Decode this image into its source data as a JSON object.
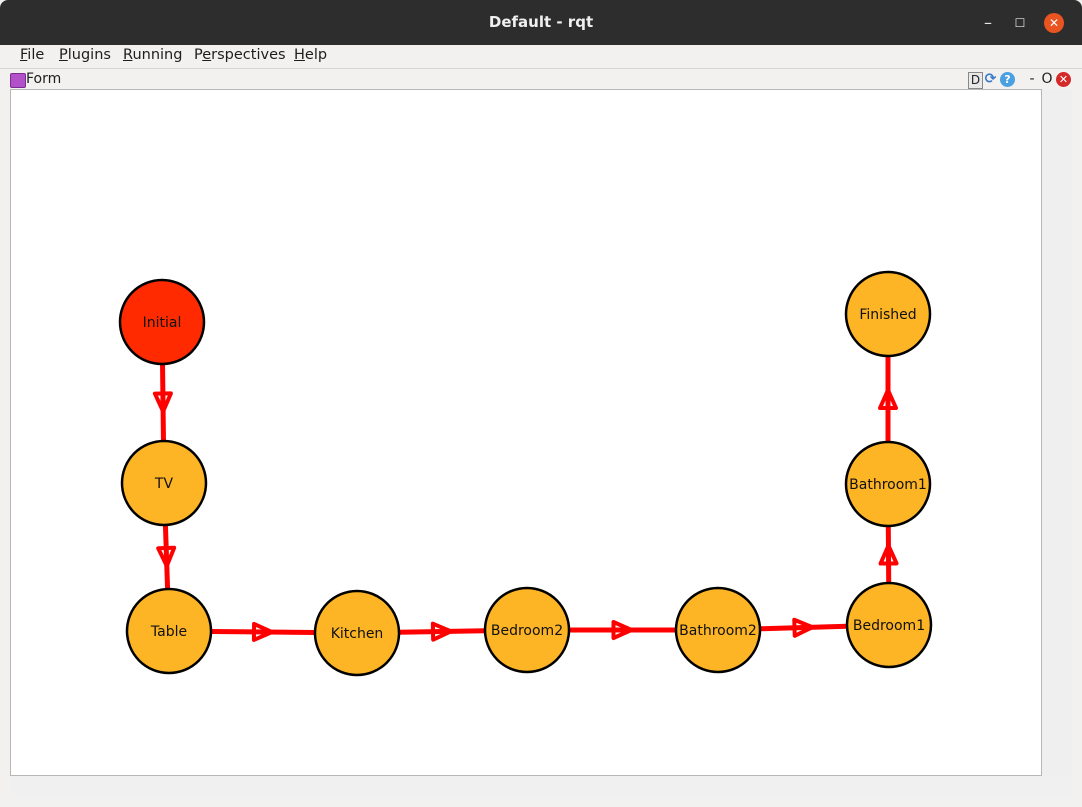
{
  "window": {
    "title": "Default - rqt"
  },
  "menu": {
    "items": [
      {
        "pre": "",
        "u": "F",
        "post": "ile"
      },
      {
        "pre": "",
        "u": "P",
        "post": "lugins"
      },
      {
        "pre": "",
        "u": "R",
        "post": "unning"
      },
      {
        "pre": "P",
        "u": "e",
        "post": "rspectives"
      },
      {
        "pre": "",
        "u": "H",
        "post": "elp"
      }
    ]
  },
  "dock": {
    "title": "Form",
    "buttons": {
      "d": "D",
      "dash": "-",
      "o": "O"
    }
  },
  "graph": {
    "colors": {
      "initial": "#ff2a00",
      "state": "#fdb526",
      "edge": "#ff0000",
      "outline": "#000000"
    },
    "nodes": [
      {
        "id": "initial",
        "label": "Initial"
      },
      {
        "id": "tv",
        "label": "TV"
      },
      {
        "id": "table",
        "label": "Table"
      },
      {
        "id": "kitchen",
        "label": "Kitchen"
      },
      {
        "id": "bedroom2",
        "label": "Bedroom2"
      },
      {
        "id": "bathroom2",
        "label": "Bathroom2"
      },
      {
        "id": "bedroom1",
        "label": "Bedroom1"
      },
      {
        "id": "bathroom1",
        "label": "Bathroom1"
      },
      {
        "id": "finished",
        "label": "Finished"
      }
    ],
    "edges": [
      {
        "from": "initial",
        "to": "tv"
      },
      {
        "from": "tv",
        "to": "table"
      },
      {
        "from": "table",
        "to": "kitchen"
      },
      {
        "from": "kitchen",
        "to": "bedroom2"
      },
      {
        "from": "bedroom2",
        "to": "bathroom2"
      },
      {
        "from": "bathroom2",
        "to": "bedroom1"
      },
      {
        "from": "bedroom1",
        "to": "bathroom1"
      },
      {
        "from": "bathroom1",
        "to": "finished"
      }
    ]
  }
}
